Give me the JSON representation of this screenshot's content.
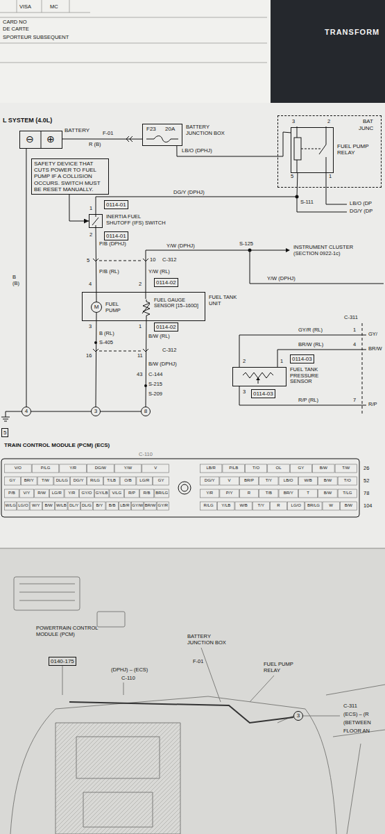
{
  "diagram": {
    "title": "L SYSTEM (4.0L)",
    "nodes": [
      {
        "text": [
          "BATTERY",
          "⊖",
          "⊕"
        ]
      },
      {
        "text": [
          "F23",
          "20A",
          "BATTERY JUNCTION BOX"
        ]
      },
      {
        "text": [
          "BAT",
          "JUNC"
        ]
      },
      {
        "text": [
          "FUEL PUMP RELAY"
        ],
        "in": 2
      },
      {
        "text": [
          "SAFETY DEVICE THAT CUTS POWER TO FUEL PUMP IF A COLLISION OCCURS. SWITCH MUST BE RESET MANUALLY."
        ]
      },
      {
        "text": [
          "0114-01"
        ]
      },
      {
        "text": [
          "INERTIA FUEL SHUTOFF (IFS) SWITCH"
        ]
      },
      {
        "text": [
          "0114-01"
        ]
      },
      {
        "text": [
          "0114-02"
        ]
      },
      {
        "text": [
          "FUEL TANK UNIT"
        ]
      },
      {
        "text": [
          "M",
          "FUEL PUMP"
        ],
        "in": 9
      },
      {
        "text": [
          "FUEL GAUGE SENSOR [15–160Ω]"
        ],
        "in": 9
      },
      {
        "text": [
          "0114-02"
        ]
      },
      {
        "text": [
          "0114-03"
        ]
      },
      {
        "text": [
          "FUEL TANK PRESSURE SENSOR"
        ]
      },
      {
        "text": [
          "0114-03"
        ]
      },
      {
        "text": [
          "4"
        ]
      },
      {
        "text": [
          "3"
        ]
      },
      {
        "text": [
          "8"
        ]
      },
      {
        "text": [
          "5"
        ]
      },
      {
        "text": [
          "0140-175"
        ]
      },
      {
        "text": [
          "3"
        ]
      }
    ],
    "edges": [
      {
        "from": 0,
        "to": 1,
        "arrow": "none"
      },
      {
        "from": 1,
        "to": 3,
        "arrow": "none"
      },
      {
        "from": 3,
        "to": 6,
        "arrow": "none"
      },
      {
        "from": 4,
        "to": 6,
        "arrow": "to"
      },
      {
        "from": 6,
        "to": 10,
        "arrow": "none"
      },
      {
        "from": 10,
        "to": 17,
        "arrow": "none"
      },
      {
        "from": 11,
        "to": 18,
        "arrow": "none"
      },
      {
        "from": 0,
        "to": 16,
        "arrow": "none"
      },
      {
        "from": 16,
        "to": 17,
        "arrow": "none"
      },
      {
        "from": 17,
        "to": 18,
        "arrow": "none"
      }
    ],
    "labels": [
      "VISA",
      "MC",
      "CARD NO",
      "DE CARTE",
      "SPORTEUR SUBSEQUENT",
      "TRANSFORM",
      "F-01",
      "R (B)",
      "LB/O (DPHJ)",
      "3",
      "2",
      "5",
      "1",
      "DG/Y (DPHJ)",
      "S-111",
      "LB/O (DP",
      "DG/Y (DP",
      "B (B)",
      "1",
      "2",
      "P/B (DPHJ)",
      "5",
      "10",
      "C-312",
      "Y/W (DPHJ)",
      "S-125",
      "INSTRUMENT CLUSTER (SECTION 0922-1c)",
      "Y/W (DPHJ)",
      "P/B (RL)",
      "Y/W (RL)",
      "4",
      "2",
      "3",
      "1",
      "B (RL)",
      "B/W (RL)",
      "S-405",
      "C-312",
      "16",
      "11",
      "B/W (DPHJ)",
      "43",
      "C-144",
      "S-215",
      "S-209",
      "C-311",
      "GY/R (RL)",
      "GY/",
      "BR/W (RL)",
      "BR/W",
      "2",
      "1",
      "1",
      "4",
      "3",
      "R/P (RL)",
      "7",
      "R/P",
      "TRAIN CONTROL MODULE (PCM) (ECS)",
      "C-110",
      "POWERTRAIN CONTROL MODULE (PCM)",
      "(DPHJ) – (ECS)",
      "C-110",
      "BATTERY JUNCTION BOX",
      "F-01",
      "FUEL PUMP RELAY",
      "C-311",
      "(ECS) – (R",
      "(BETWEEN",
      "FLOOR AN",
      "V/O",
      "P/LG",
      "Y/R",
      "DG/W",
      "Y/W",
      "V",
      "GY",
      "BR/Y",
      "T/W",
      "DL/LG",
      "DG/Y",
      "R/LG",
      "T/LB",
      "O/B",
      "LG/R",
      "GY",
      "P/B",
      "V/Y",
      "R/W",
      "LG/R",
      "Y/R",
      "GY/O",
      "GY/LB",
      "V/LG",
      "R/P",
      "R/B",
      "BR/LG",
      "W/LG",
      "LG/O",
      "W/Y",
      "B/W",
      "W/LB",
      "DL/Y",
      "DL/G",
      "B/Y",
      "B/B",
      "LB/R",
      "GY/W",
      "BR/W",
      "GY/R",
      "LB/R",
      "P/LB",
      "T/O",
      "OL",
      "GY",
      "B/W",
      "T/W",
      "DG/Y",
      "V",
      "BR/P",
      "T/Y",
      "LB/O",
      "W/B",
      "B/W",
      "T/O",
      "Y/R",
      "P/Y",
      "R",
      "T/B",
      "BR/Y",
      "T",
      "B/W",
      "T/LG",
      "R/LG",
      "Y/LB",
      "W/B",
      "T/Y",
      "R",
      "LG/O",
      "BR/LG",
      "W",
      "B/W",
      "26",
      "52",
      "78",
      "104"
    ]
  }
}
